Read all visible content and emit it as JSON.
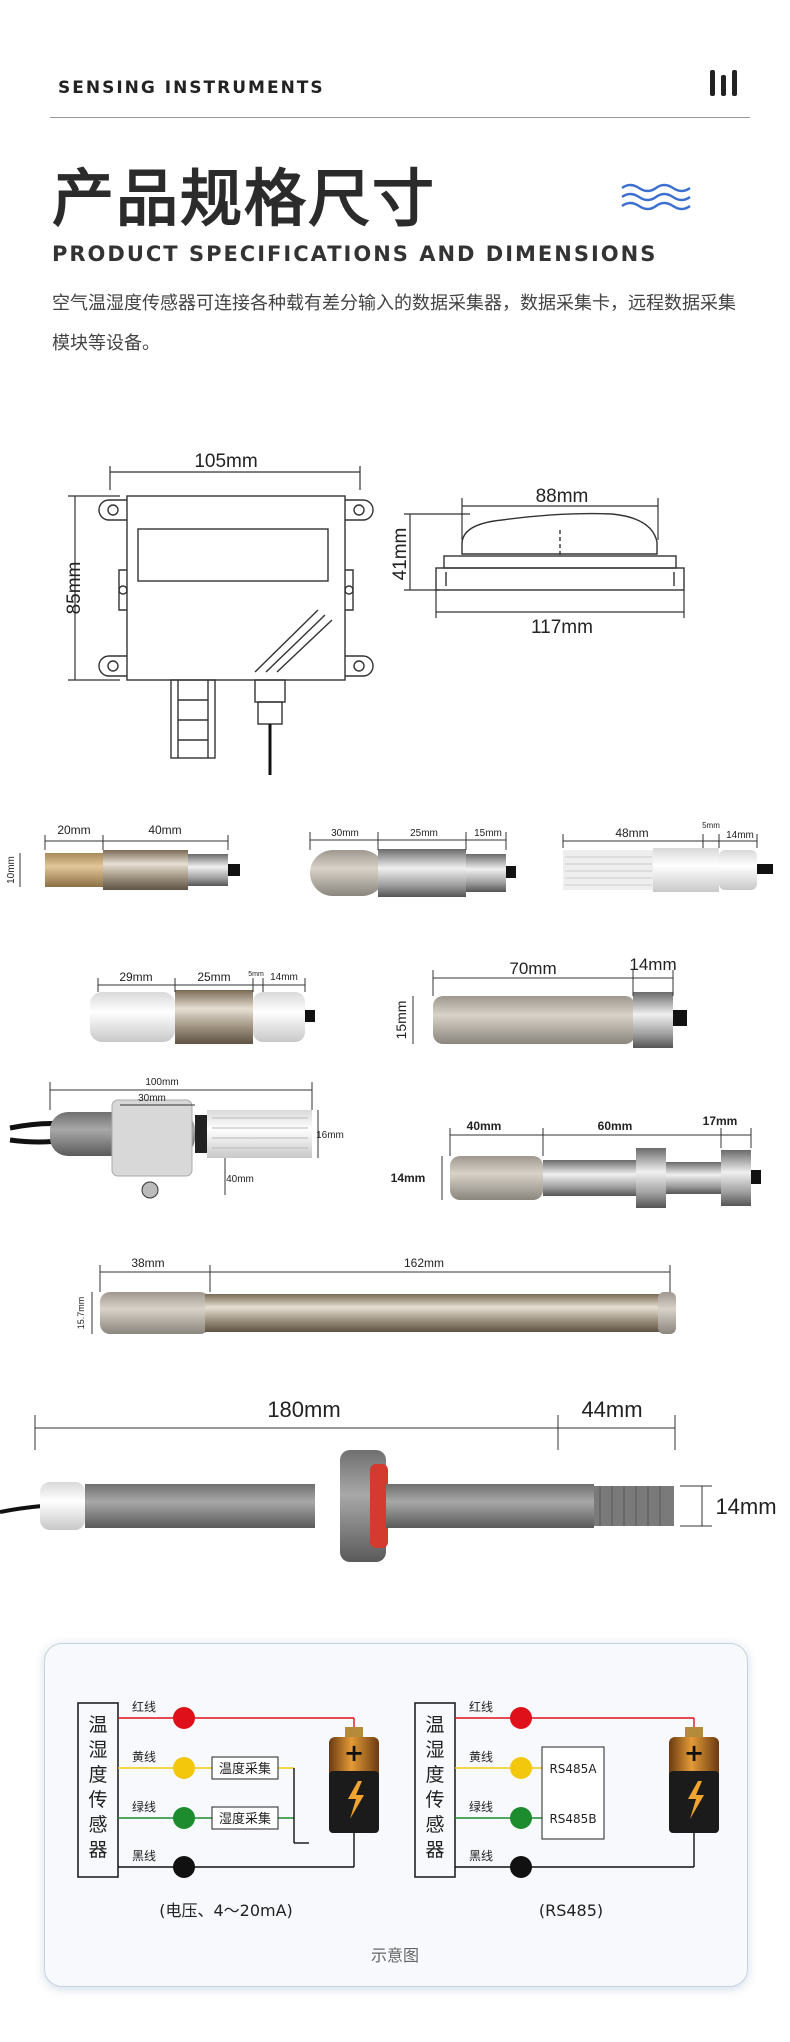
{
  "header": {
    "brand": "SENSING INSTRUMENTS",
    "title": "产品规格尺寸",
    "subtitle": "PRODUCT SPECIFICATIONS AND DIMENSIONS",
    "description": "空气温湿度传感器可连接各种载有差分输入的数据采集器，数据采集卡，远程数据采集模块等设备。"
  },
  "housing": {
    "front_width": "105mm",
    "front_height": "85mm",
    "side_top": "88mm",
    "side_height": "41mm",
    "side_bottom": "117mm"
  },
  "probes": {
    "p1": [
      "20mm",
      "40mm",
      "10mm"
    ],
    "p2": [
      "30mm",
      "25mm",
      "15mm"
    ],
    "p3": [
      "48mm",
      "5mm",
      "14mm"
    ],
    "p4": [
      "29mm",
      "25mm",
      "5mm",
      "14mm"
    ],
    "p5": [
      "70mm",
      "14mm",
      "15mm"
    ],
    "p6": [
      "100mm",
      "30mm",
      "16mm",
      "40mm"
    ],
    "p7": [
      "40mm",
      "60mm",
      "17mm",
      "14mm"
    ],
    "p8": [
      "38mm",
      "162mm",
      "15.7mm"
    ],
    "p9": [
      "180mm",
      "44mm",
      "14mm"
    ]
  },
  "wiring": {
    "sensor_label": [
      "温",
      "湿",
      "度",
      "传",
      "感",
      "器"
    ],
    "wires": [
      "红线",
      "黄线",
      "绿线",
      "黑线"
    ],
    "left_boxes": [
      "温度采集",
      "湿度采集"
    ],
    "right_boxes": [
      "RS485A",
      "RS485B"
    ],
    "left_caption": "(电压、4～20mA)",
    "right_caption": "(RS485)",
    "footer": "示意图"
  },
  "colors": {
    "red": "#e0101a",
    "yellow": "#f3c80c",
    "green": "#1c8c2e",
    "black": "#111111",
    "wave": "#3a6fd0"
  }
}
